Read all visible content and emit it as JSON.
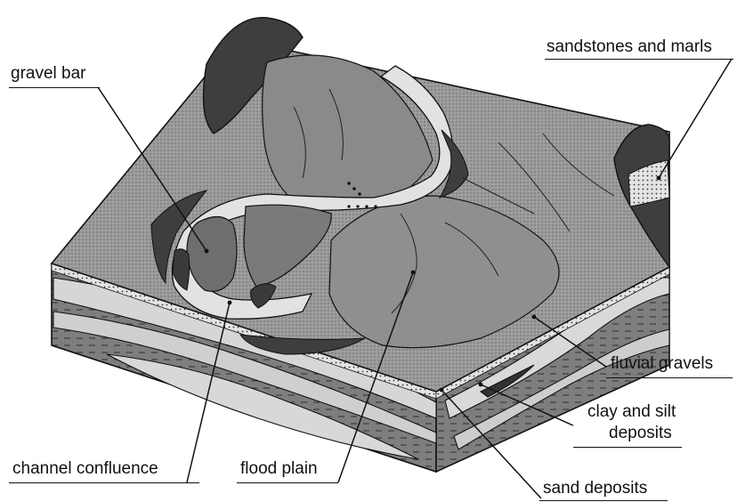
{
  "labels": {
    "gravel_bar": "gravel bar",
    "sandstones_and_marls": "sandstones and marls",
    "fluvial_gravels": "fluvial gravels",
    "clay_and_silt_line1": "clay and silt",
    "clay_and_silt_line2": "deposits",
    "channel_confluence": "channel confluence",
    "flood_plain": "flood plain",
    "sand_deposits": "sand deposits"
  },
  "colors": {
    "dark_rock": "#4a4a4a",
    "mid_gray": "#8c8c8c",
    "light_gray": "#c9c9c9",
    "channel": "#dcdcdc",
    "ink": "#111111"
  }
}
